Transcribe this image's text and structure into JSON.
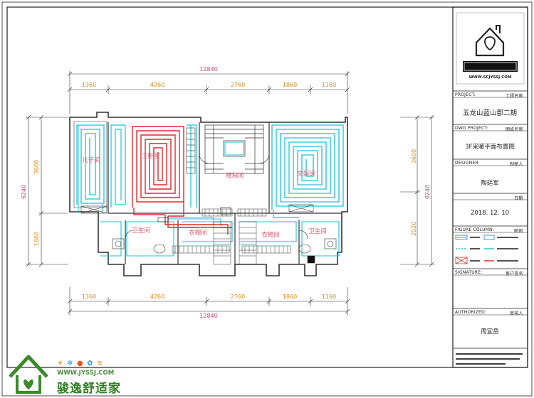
{
  "dimensions": {
    "overall_top": "12840",
    "top": [
      "1360",
      "4260",
      "2760",
      "1860",
      "1160"
    ],
    "overall_bottom": "12840",
    "bottom": [
      "1360",
      "4260",
      "2760",
      "1860",
      "1160"
    ],
    "left_overall": "6240",
    "left": [
      "3600",
      "1660"
    ],
    "right_overall": "6240",
    "right": [
      "3600",
      "2020"
    ]
  },
  "rooms": {
    "left_bedroom": "儿子间",
    "main_bedroom": "主卧室",
    "stair": "楼梯间",
    "right_bedroom": "文娱房",
    "bath_left": "卫生间",
    "closet_left": "衣帽间",
    "closet_right": "衣帽间",
    "bath_right": "卫生间"
  },
  "title_block": {
    "logo_url": "WWW.SCJYSSJ.COM",
    "project_label": "PROJECT:",
    "project_label_cn": "工程名称",
    "project_name": "五龙山蓝山郡二期",
    "dwg_label": "DWG PROJECT:",
    "dwg_label_cn": "图纸名称",
    "dwg_name": "3F采暖平面布置图",
    "designer_label": "DESIGNER:",
    "designer_label_cn": "制图人",
    "designer_name": "陶廷军",
    "date_label_cn": "日期",
    "date_value": "2018. 12. 10",
    "figure_label": "FIGURE COLUMN:",
    "figure_label_cn": "图例",
    "signature_label": "SIGNATURE:",
    "signature_label_cn": "客户签名",
    "authorized_label": "AUTHORIZED:",
    "authorized_label_cn": "审核人",
    "authorized_name": "周宜岳"
  },
  "watermark": {
    "website": "WWW.JYSSJ.COM",
    "brand": "骏逸舒适家"
  },
  "colors": {
    "frame": "#222222",
    "wall": "#333333",
    "heating_loop_cyan": "#19c3dd",
    "heating_loop_red": "#e0282a",
    "dimension": "#333333",
    "room_label": "#e0566b",
    "logo_green": "#3a8a2a"
  }
}
